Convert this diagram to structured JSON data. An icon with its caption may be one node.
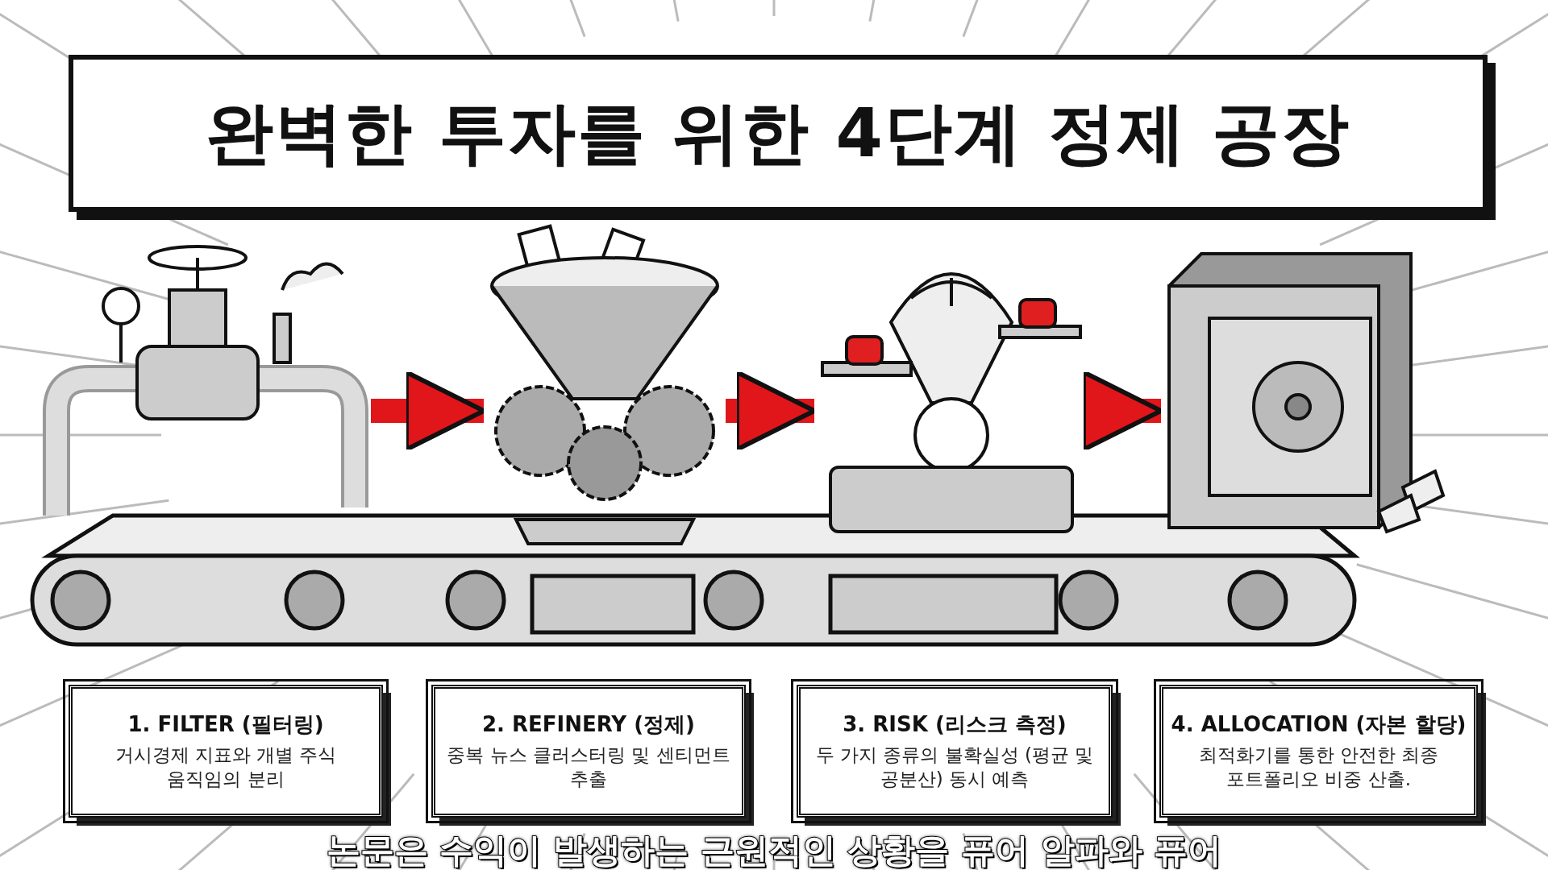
{
  "diagram": {
    "title": "완벽한 투자를 위한 4단계 정제 공장",
    "nodes": [
      {
        "text": [],
        "shape": "picture"
      },
      {
        "text": [],
        "shape": "picture"
      },
      {
        "text": [],
        "shape": "picture"
      },
      {
        "text": [],
        "shape": "picture"
      },
      {
        "text": [
          "1. FILTER (필터링)",
          "거시경제 지표와 개별 주식 움직임의 분리"
        ]
      },
      {
        "text": [
          "2. REFINERY (정제)",
          "중복 뉴스 클러스터링 및 센티먼트 추출"
        ]
      },
      {
        "text": [
          "3. RISK (리스크 측정)",
          "두 가지 종류의 불확실성 (평균 및 공분산) 동시 예측"
        ]
      },
      {
        "text": [
          "4. ALLOCATION (자본 할당)",
          "최적화기를 통한 안전한 최종 포트폴리오 비중 산출."
        ]
      }
    ],
    "edges": [
      {
        "from": 0,
        "to": 1,
        "arrow": "to"
      },
      {
        "from": 1,
        "to": 2,
        "arrow": "to"
      },
      {
        "from": 2,
        "to": 3,
        "arrow": "to"
      }
    ],
    "labels": [
      "논문은 수익이 발생하는 근원적인 상황을 퓨어 알파와 퓨어"
    ]
  }
}
